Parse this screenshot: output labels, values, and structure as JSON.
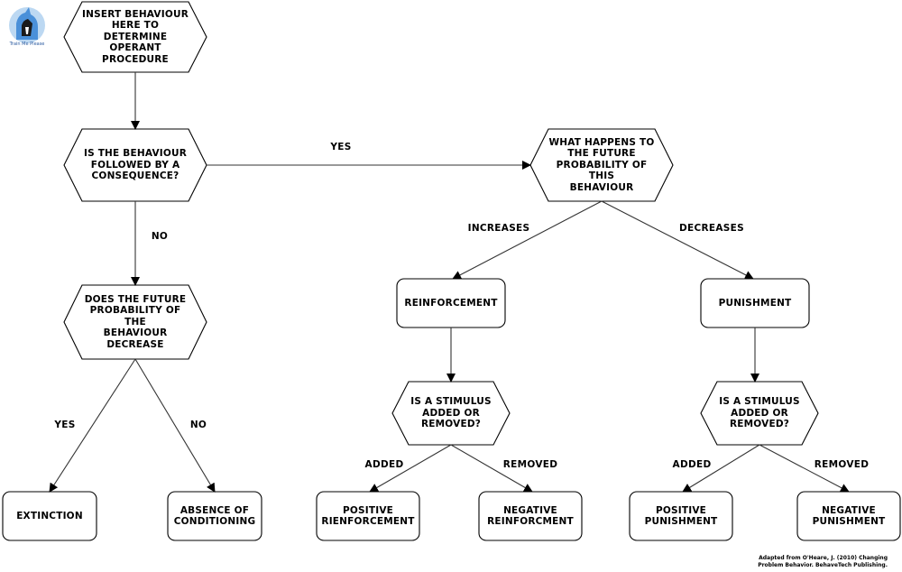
{
  "logo": {
    "text": "Train Me Please",
    "color": "#4a90d9"
  },
  "nodes": {
    "start": "INSERT BEHAVIOUR\nHERE TO DETERMINE\nOPERANT\nPROCEDURE",
    "consequence": "IS THE BEHAVIOUR\nFOLLOWED BY A\nCONSEQUENCE?",
    "future_decrease": "DOES THE FUTURE\nPROBABILITY OF THE\nBEHAVIOUR DECREASE",
    "what_happens": "WHAT HAPPENS TO\nTHE FUTURE\nPROBABILITY OF THIS\nBEHAVIOUR",
    "reinforcement": "REINFORCEMENT",
    "punishment": "PUNISHMENT",
    "stimulus_r": "IS A STIMULUS\nADDED OR\nREMOVED?",
    "stimulus_p": "IS A STIMULUS\nADDED OR\nREMOVED?",
    "extinction": "EXTINCTION",
    "absence": "ABSENCE OF\nCONDITIONING",
    "pos_reinf": "POSITIVE\nRIENFORCEMENT",
    "neg_reinf": "NEGATIVE\nREINFORCMENT",
    "pos_pun": "POSITIVE\nPUNISHMENT",
    "neg_pun": "NEGATIVE\nPUNISHMENT"
  },
  "edge_labels": {
    "yes_top": "YES",
    "no_left": "NO",
    "increases": "INCREASES",
    "decreases": "DECREASES",
    "yes_bottom": "YES",
    "no_bottom": "NO",
    "added_r": "ADDED",
    "removed_r": "REMOVED",
    "added_p": "ADDED",
    "removed_p": "REMOVED"
  },
  "credit": "Adapted from O'Heare, J. (2010) Changing\nProblem Behavior. BehaveTech Publishing."
}
